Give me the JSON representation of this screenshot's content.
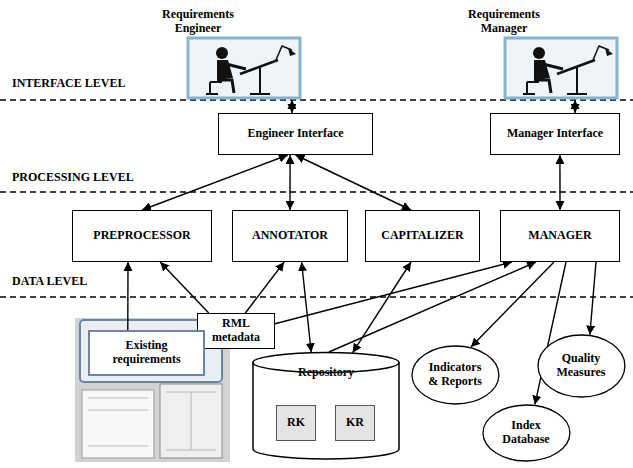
{
  "diagram": {
    "nodes": [
      {
        "text": [
          "Requirements Engineer"
        ]
      },
      {
        "text": [
          "Requirements Manager"
        ]
      },
      {
        "text": [
          "Engineer Interface"
        ]
      },
      {
        "text": [
          "Manager Interface"
        ]
      },
      {
        "text": [
          "PREPROCESSOR"
        ]
      },
      {
        "text": [
          "ANNOTATOR"
        ]
      },
      {
        "text": [
          "CAPITALIZER"
        ]
      },
      {
        "text": [
          "MANAGER"
        ]
      },
      {
        "text": [
          "RML metadata"
        ]
      },
      {
        "text": [
          "Existing requirements"
        ]
      },
      {
        "text": [
          "Repository"
        ]
      },
      {
        "text": [
          "RK"
        ],
        "in": 10
      },
      {
        "text": [
          "KR"
        ],
        "in": 10
      },
      {
        "text": [
          "Indicators & Reports"
        ]
      },
      {
        "text": [
          "Quality Measures"
        ]
      },
      {
        "text": [
          "Index Database"
        ]
      }
    ],
    "edges": [
      {
        "from": 0,
        "to": 2,
        "arrow": "both"
      },
      {
        "from": 1,
        "to": 3,
        "arrow": "both"
      },
      {
        "from": 2,
        "to": 4,
        "arrow": "both"
      },
      {
        "from": 2,
        "to": 5,
        "arrow": "both"
      },
      {
        "from": 2,
        "to": 6,
        "arrow": "both"
      },
      {
        "from": 3,
        "to": 7,
        "arrow": "both"
      },
      {
        "from": 9,
        "to": 4,
        "arrow": "to"
      },
      {
        "from": 8,
        "to": 4,
        "arrow": "to"
      },
      {
        "from": 8,
        "to": 5,
        "arrow": "to"
      },
      {
        "from": 5,
        "to": 10,
        "arrow": "both"
      },
      {
        "from": 6,
        "to": 10,
        "arrow": "both"
      },
      {
        "from": 8,
        "to": 7,
        "arrow": "to"
      },
      {
        "from": 10,
        "to": 7,
        "arrow": "to"
      },
      {
        "from": 7,
        "to": 13,
        "arrow": "to"
      },
      {
        "from": 7,
        "to": 14,
        "arrow": "to"
      },
      {
        "from": 7,
        "to": 15,
        "arrow": "to"
      }
    ],
    "labels": [
      "INTERFACE LEVEL",
      "PROCESSING LEVEL",
      "DATA LEVEL"
    ]
  }
}
